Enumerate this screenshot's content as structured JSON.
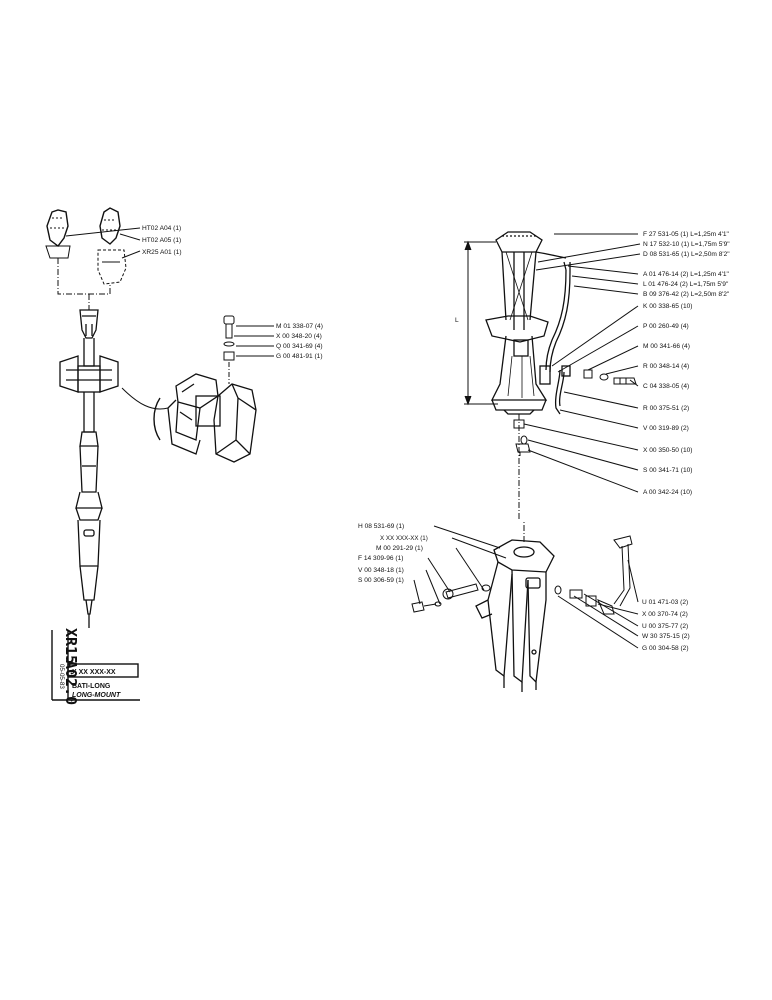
{
  "title_block": {
    "model": "XR15",
    "sheet": "A02.0",
    "date": "05-05-83",
    "ref": "X XX XXX-XX",
    "name_fr": "BATI-LONG",
    "name_en": "LONG-MOUNT"
  },
  "left_labels": {
    "top": [
      "HT02 A04 (1)",
      "HT02 A05 (1)",
      "XR25 A01 (1)"
    ],
    "clamp": [
      "M 01 338-07 (4)",
      "X 00 348-20 (4)",
      "Q 00 341-69 (4)",
      "G 00 481-91 (1)"
    ]
  },
  "right_labels": {
    "tubes": [
      "F 27 531-05 (1) L=1,25m 4'1\"",
      "N 17 532-10 (1) L=1,75m 5'9\"",
      "D 08 531-65 (1) L=2,50m 8'2\""
    ],
    "hoses": [
      "A 01 476-14 (2) L=1,25m 4'1\"",
      "L 01 476-24 (2) L=1,75m 5'9\"",
      "B 09 376-42 (2) L=2,50m 8'2\""
    ],
    "parts": [
      "K 00 338-65 (10)",
      "P 00 260-49 (4)",
      "M 00 341-66 (4)",
      "R 00 348-14 (4)",
      "C 04 338-05 (4)",
      "R 00 375-51 (2)",
      "V 00 319-89 (2)",
      "X 00 350-50 (10)",
      "S 00 341-71 (10)",
      "A 00 342-24 (10)"
    ],
    "dimension": "L",
    "base_left": [
      "H 08 531-69 (1)",
      "X XX XXX-XX (1)",
      "M 00 291-29 (1)",
      "F 14 309-96 (1)",
      "V 00 348-18 (1)",
      "S 00 306-59 (1)"
    ],
    "base_right": [
      "U 01 471-03 (2)",
      "X 00 370-74 (2)",
      "U 00 375-77 (2)",
      "W 30 375-15 (2)",
      "G 00 304-58 (2)"
    ]
  }
}
